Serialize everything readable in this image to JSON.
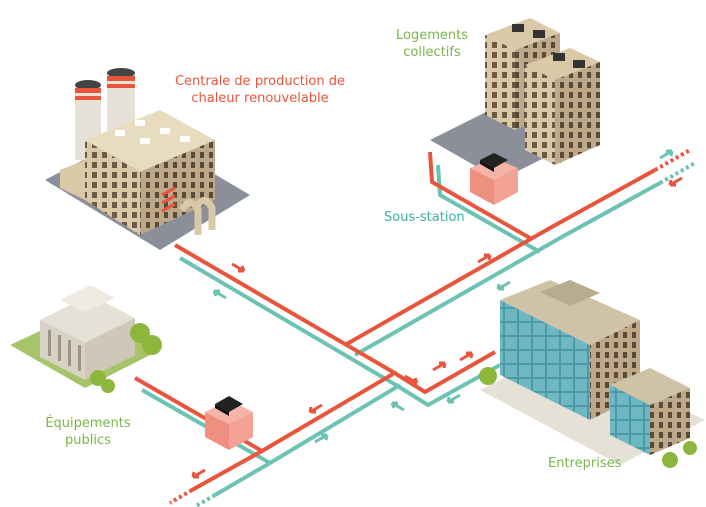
{
  "labels": {
    "plant": "Centrale de production de chaleur renouvelable",
    "housing": "Logements collectifs",
    "substation": "Sous-station",
    "public": "Équipements publics",
    "companies": "Entreprises"
  },
  "colors": {
    "supply_pipe": "#e9543c",
    "return_pipe": "#6cc3b4",
    "plant_label": "#e9543c",
    "green_label": "#7ab648",
    "teal_label": "#3fb0a0"
  }
}
